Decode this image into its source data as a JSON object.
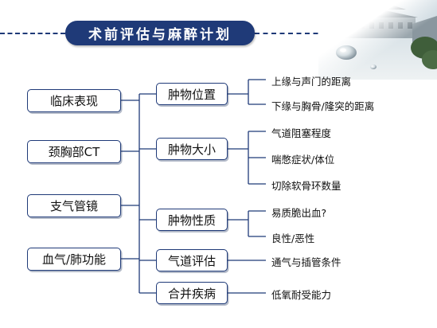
{
  "title": "术前评估与麻醉计划",
  "left_items": [
    "临床表现",
    "颈胸部CT",
    "支气管镜",
    "血气/肺功能"
  ],
  "categories": [
    {
      "label": "肿物位置",
      "details": [
        "上缘与声门的距离",
        "下缘与胸骨/隆突的距离"
      ]
    },
    {
      "label": "肿物大小",
      "details": [
        "气道阻塞程度",
        "喘憋症状/体位",
        "切除软骨环数量"
      ]
    },
    {
      "label": "肿物性质",
      "details": [
        "易质脆出血?",
        "良性/恶性"
      ]
    },
    {
      "label": "气道评估",
      "details": [
        "通气与插管条件"
      ]
    },
    {
      "label": "合并疾病",
      "details": [
        "低氧耐受能力"
      ]
    }
  ],
  "colors": {
    "line": "#1f3a78",
    "banner": "#1f3a78"
  }
}
